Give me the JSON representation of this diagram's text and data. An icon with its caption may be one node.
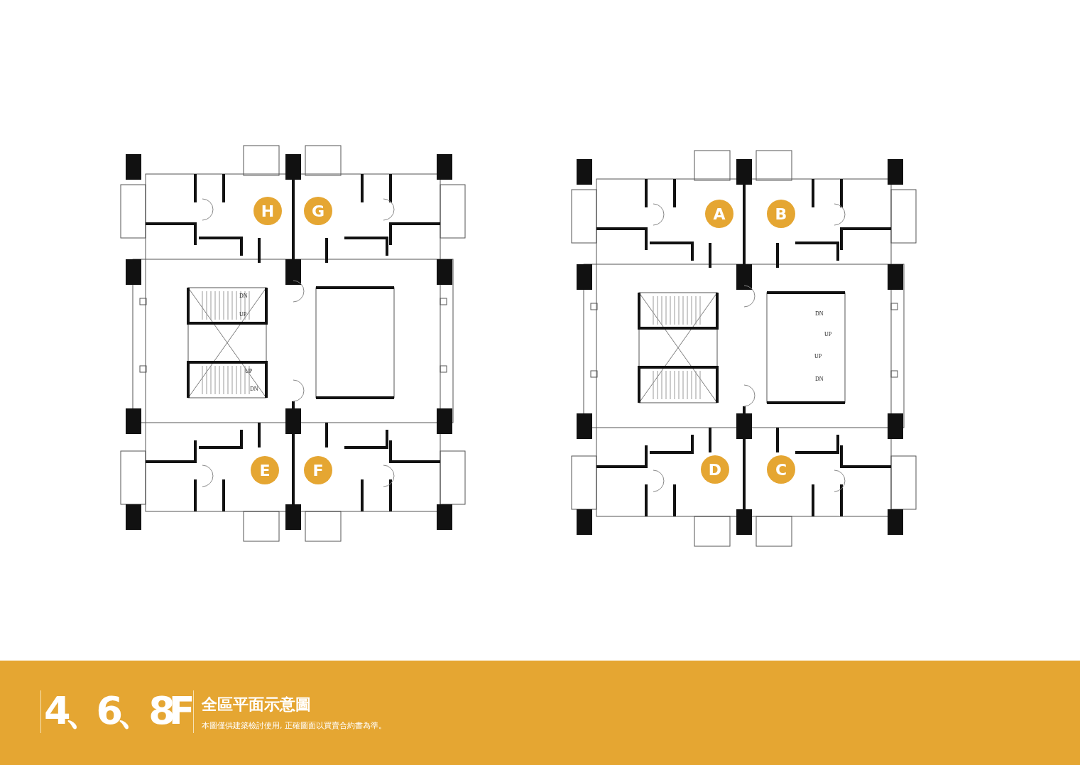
{
  "diagram": {
    "nodes": [
      {
        "text": [
          "H"
        ]
      },
      {
        "text": [
          "G"
        ]
      },
      {
        "text": [
          "A"
        ]
      },
      {
        "text": [
          "B"
        ]
      },
      {
        "text": [
          "E"
        ]
      },
      {
        "text": [
          "F"
        ]
      },
      {
        "text": [
          "D"
        ]
      },
      {
        "text": [
          "C"
        ]
      }
    ],
    "labels": [
      "DN",
      "DN",
      "UP",
      "UP",
      "UP",
      "UP",
      "DN",
      "DN",
      "4、6、8F",
      "全區平面示意圖",
      "本圖僅供建築檢討使用, 正確圖面以買賣合約書為準。"
    ]
  }
}
